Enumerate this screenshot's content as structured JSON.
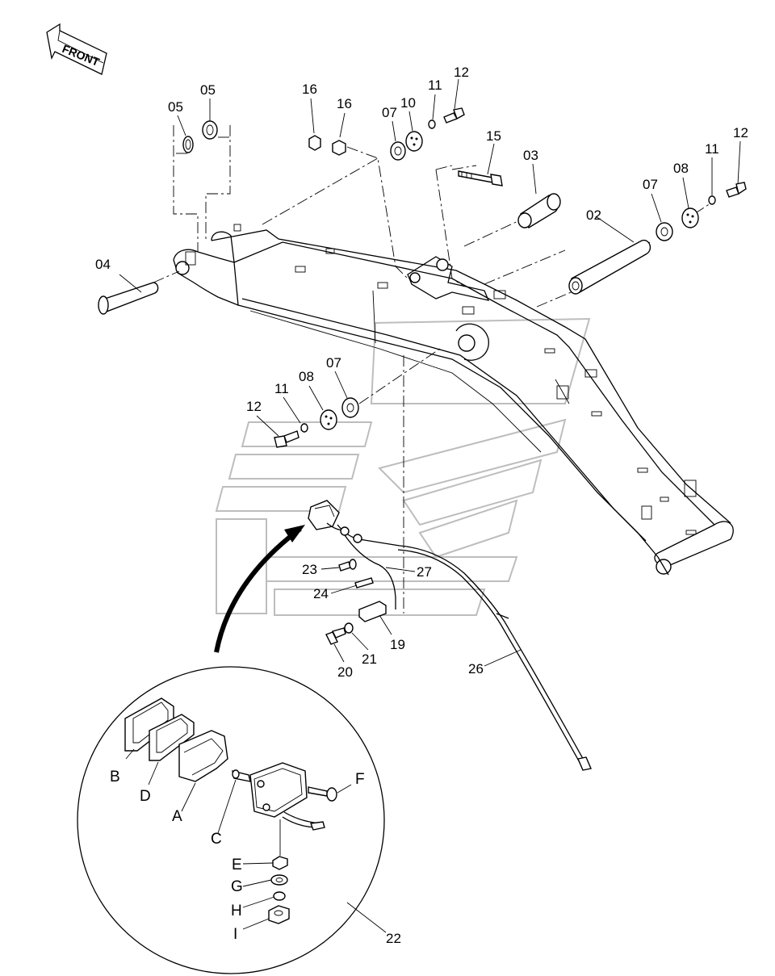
{
  "front_label": "FRONT",
  "callouts": {
    "p04": "04",
    "p05a": "05",
    "p05b": "05",
    "p16a": "16",
    "p16b": "16",
    "p07a": "07",
    "p10": "10",
    "p11a": "11",
    "p12a": "12",
    "p15": "15",
    "p03": "03",
    "p02": "02",
    "p07b": "07",
    "p08a": "08",
    "p11b": "11",
    "p12b": "12",
    "p07c": "07",
    "p08b": "08",
    "p11c": "11",
    "p12c": "12",
    "p23": "23",
    "p24": "24",
    "p27": "27",
    "p19": "19",
    "p20": "20",
    "p21": "21",
    "p26": "26",
    "p22": "22"
  },
  "detail_callouts": {
    "B": "B",
    "D": "D",
    "A": "A",
    "C": "C",
    "F": "F",
    "E": "E",
    "G": "G",
    "H": "H",
    "I": "I"
  }
}
